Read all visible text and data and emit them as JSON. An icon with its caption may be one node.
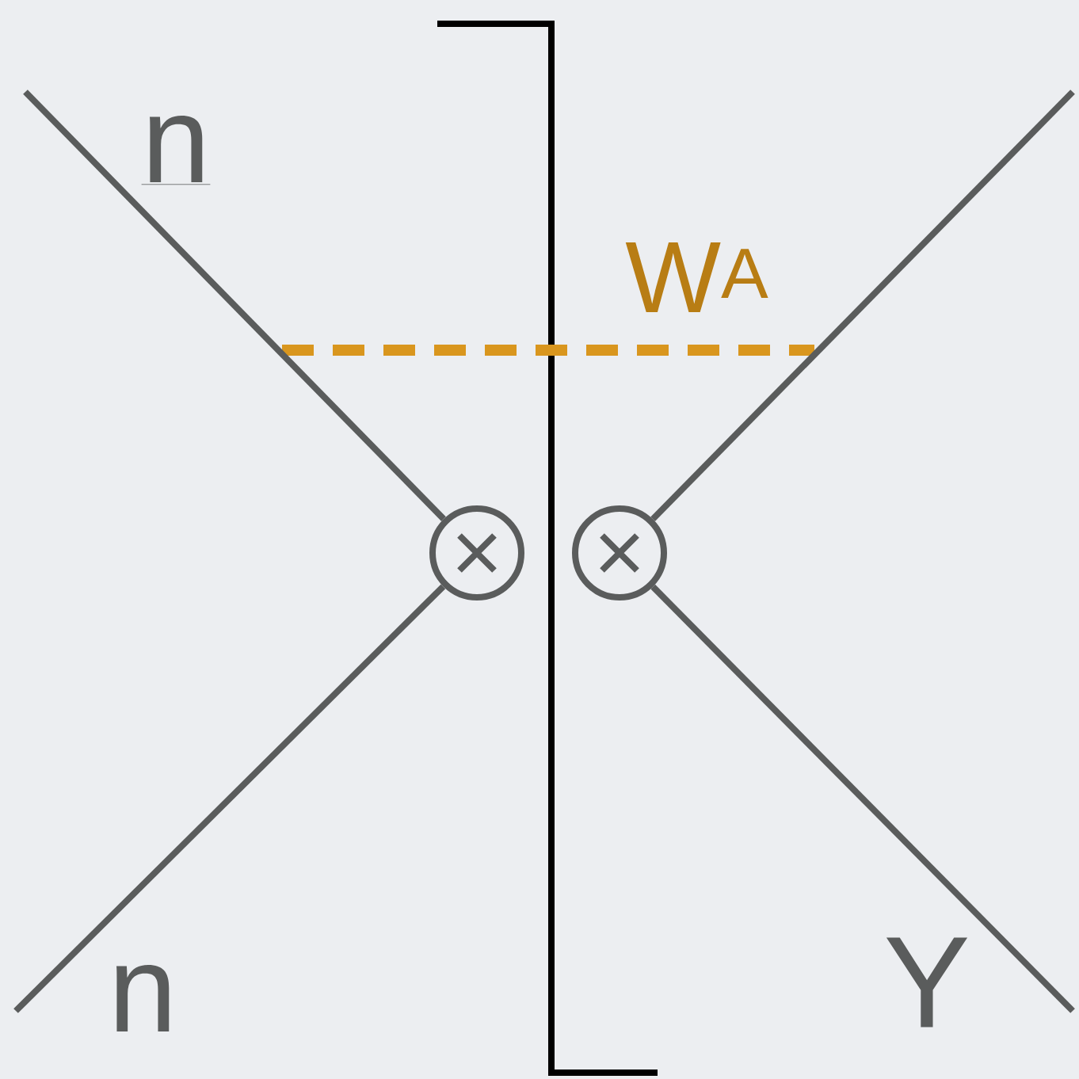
{
  "diagram": {
    "nodes": [
      {
        "text": [],
        "shape": "circle"
      },
      {
        "text": [],
        "shape": "circle"
      }
    ],
    "edges": [
      {
        "from": null,
        "to": 0,
        "arrow": "none"
      },
      {
        "from": null,
        "to": 0,
        "arrow": "none"
      },
      {
        "from": 1,
        "to": null,
        "arrow": "none"
      },
      {
        "from": 1,
        "to": null,
        "arrow": "none"
      }
    ],
    "labels": [
      "n",
      "W$^{A}$",
      "n",
      "Y"
    ]
  }
}
